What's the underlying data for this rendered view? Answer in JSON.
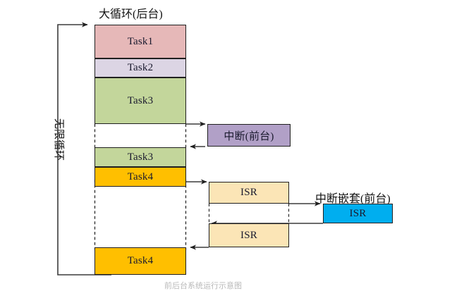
{
  "diagram": {
    "title_main": "大循环(后台)",
    "loop_label": "无限循环",
    "caption_bottom": "前后台系统运行示意图",
    "colors": {
      "task1": "#e6b8b8",
      "task2": "#dcd5e4",
      "task3": "#c3d69b",
      "task4": "#ffbf00",
      "interrupt": "#b1a0c7",
      "isr": "#fbe5b6",
      "isr_nested": "#00aeef",
      "stroke": "#1f1f1f",
      "arrow": "#3b3b3b",
      "dashed": "#1f1f1f"
    },
    "background_column": {
      "label_top": "大循环(后台)",
      "blocks": [
        {
          "name": "task1",
          "label": "Task1"
        },
        {
          "name": "task2",
          "label": "Task2"
        },
        {
          "name": "task3-first",
          "label": "Task3"
        },
        {
          "name": "task3-resumed",
          "label": "Task3"
        },
        {
          "name": "task4-first",
          "label": "Task4"
        },
        {
          "name": "task4-resumed",
          "label": "Task4"
        }
      ]
    },
    "foreground": {
      "interrupt_label": "中断(前台)",
      "interrupt_box_text": "中断(前台)",
      "nested_title": "中断嵌套(前台)",
      "isr_first": "ISR",
      "isr_resumed": "ISR",
      "isr_nested": "ISR"
    }
  }
}
